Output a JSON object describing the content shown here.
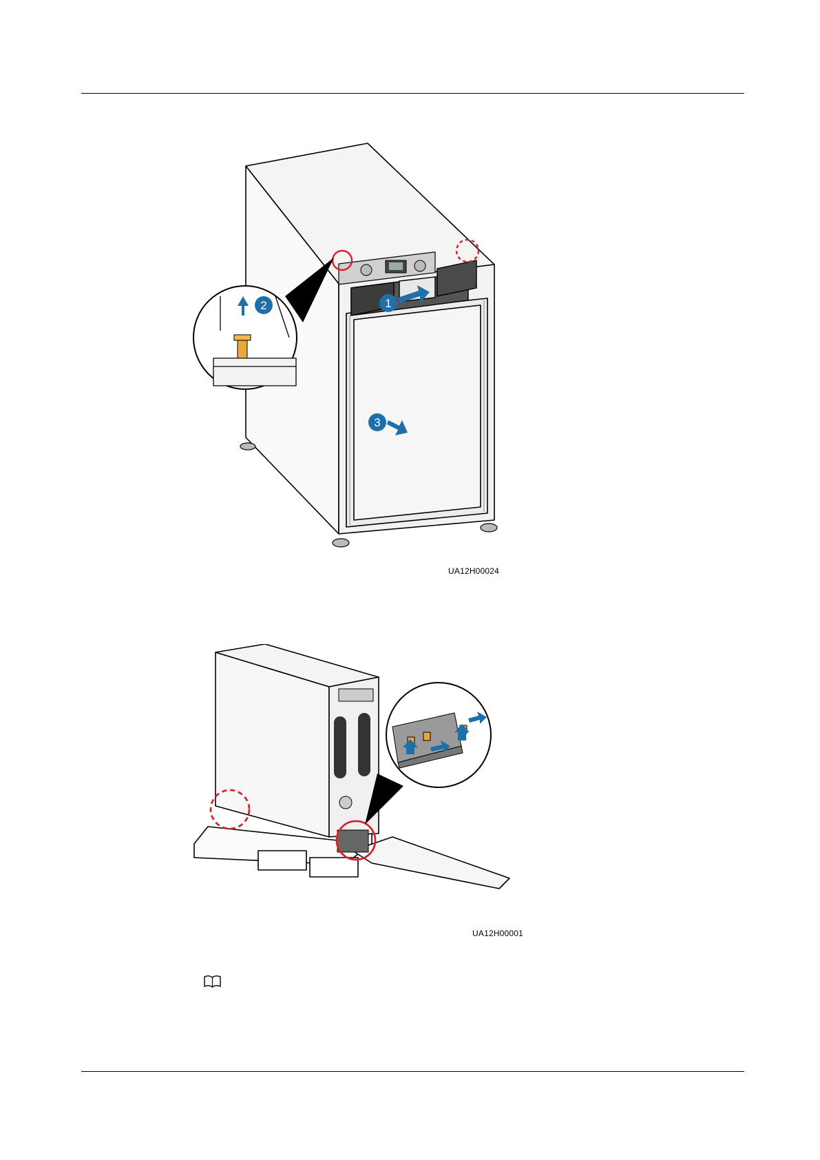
{
  "figures": [
    {
      "code": "UA12H00024",
      "step_badges": [
        "1",
        "2",
        "3"
      ],
      "icons": [
        "red-dashed-circle-highlight",
        "red-solid-circle-highlight",
        "zoom-detail-callout",
        "blue-arrow"
      ]
    },
    {
      "code": "UA12H00001",
      "icons": [
        "red-dashed-circle-highlight",
        "red-solid-circle-highlight",
        "zoom-detail-callout",
        "blue-arrow"
      ]
    }
  ],
  "note": {
    "icon": "book-note-icon"
  },
  "colors": {
    "step_badge": "#1f6fa8",
    "arrow": "#1f6fa8",
    "highlight": "#d7262b",
    "bolt": "#e8a83a"
  }
}
